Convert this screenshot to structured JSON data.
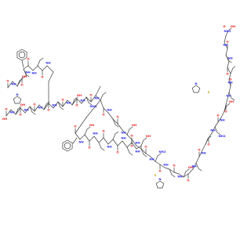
{
  "colors": {
    "background": "#ffffff",
    "bond": "#3a3a3a",
    "oxygen": "#e8201c",
    "nitrogen": "#2a2af0",
    "sulfur": "#c8a000"
  },
  "atom_symbols": {
    "oxygen": "O",
    "nitrogen": "N",
    "sulfur": "S",
    "amine": "NH",
    "amine2": "NH2",
    "hydroxyl": "OH"
  },
  "molecule": {
    "kind": "structural-formula",
    "residue_count": 34
  }
}
